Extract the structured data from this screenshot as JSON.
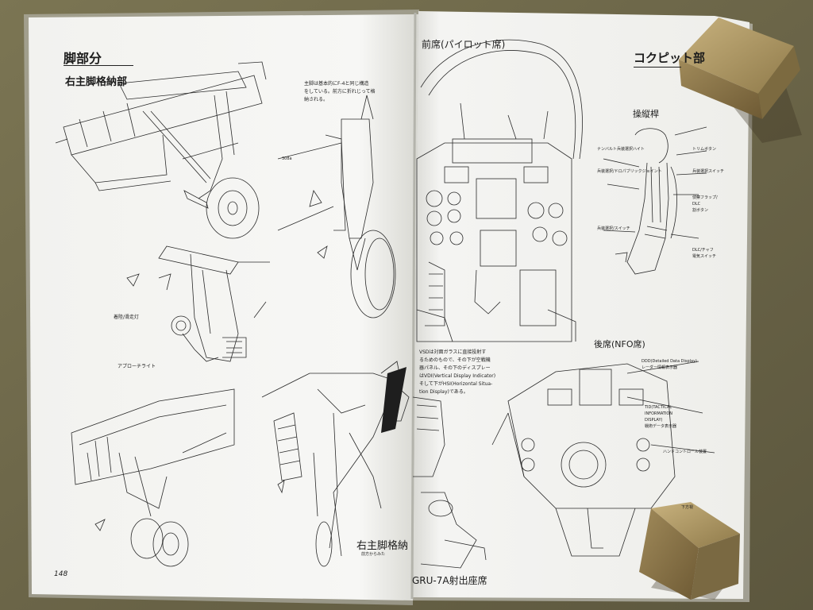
{
  "left_page": {
    "section_heading": "脚部分",
    "sub_heading": "右主脚格納部",
    "note_text": [
      "主脚は基本的にF-4と同じ構造",
      "をしている。前方に折れじって格",
      "納される。"
    ],
    "callouts": {
      "small_tag": "308a",
      "lamp_label": "着陸/滑走灯",
      "approach_light": "アプローチライト"
    },
    "bottom_label": "右主脚格納",
    "bottom_sublabel": "前方からみた",
    "page_number": "148"
  },
  "right_page": {
    "front_seat_heading": "前席(パイロット席)",
    "cockpit_heading": "コクピット部",
    "stick_heading": "操縦桿",
    "stick_callouts": [
      "トリムボタン",
      "兵装選択スイッチ",
      "偵察フラップ/",
      "DLC",
      "割ボタン",
      "DLC/チャフ",
      "電気スイッチ"
    ],
    "left_callouts": [
      "ナンバルト兵装選択ハイト",
      "兵装選択/ドロパブリックジョイント",
      "兵装選択/スイッチ"
    ],
    "display_note": [
      "VSDは対面ガラスに直接投射す",
      "るためのもので、その下が空戦機",
      "器パネル、その下のディスプレー",
      "はVDI(Vertical Display Indicator)",
      "そして下がHSI(Horizontal Situa-",
      "tion Display)である。"
    ],
    "rear_seat_heading": "後席(NFO席)",
    "rear_callouts": [
      "DDD(Detailed Data Display)",
      "レーダー情報表示器",
      "TID(TACTICAL",
      "INFORMATION",
      "DISPLAY)",
      "戦術データ表示器",
      "ハンドコントロール装置",
      "下方視"
    ],
    "ejection_seat_label": "GRU-7A射出座席"
  }
}
